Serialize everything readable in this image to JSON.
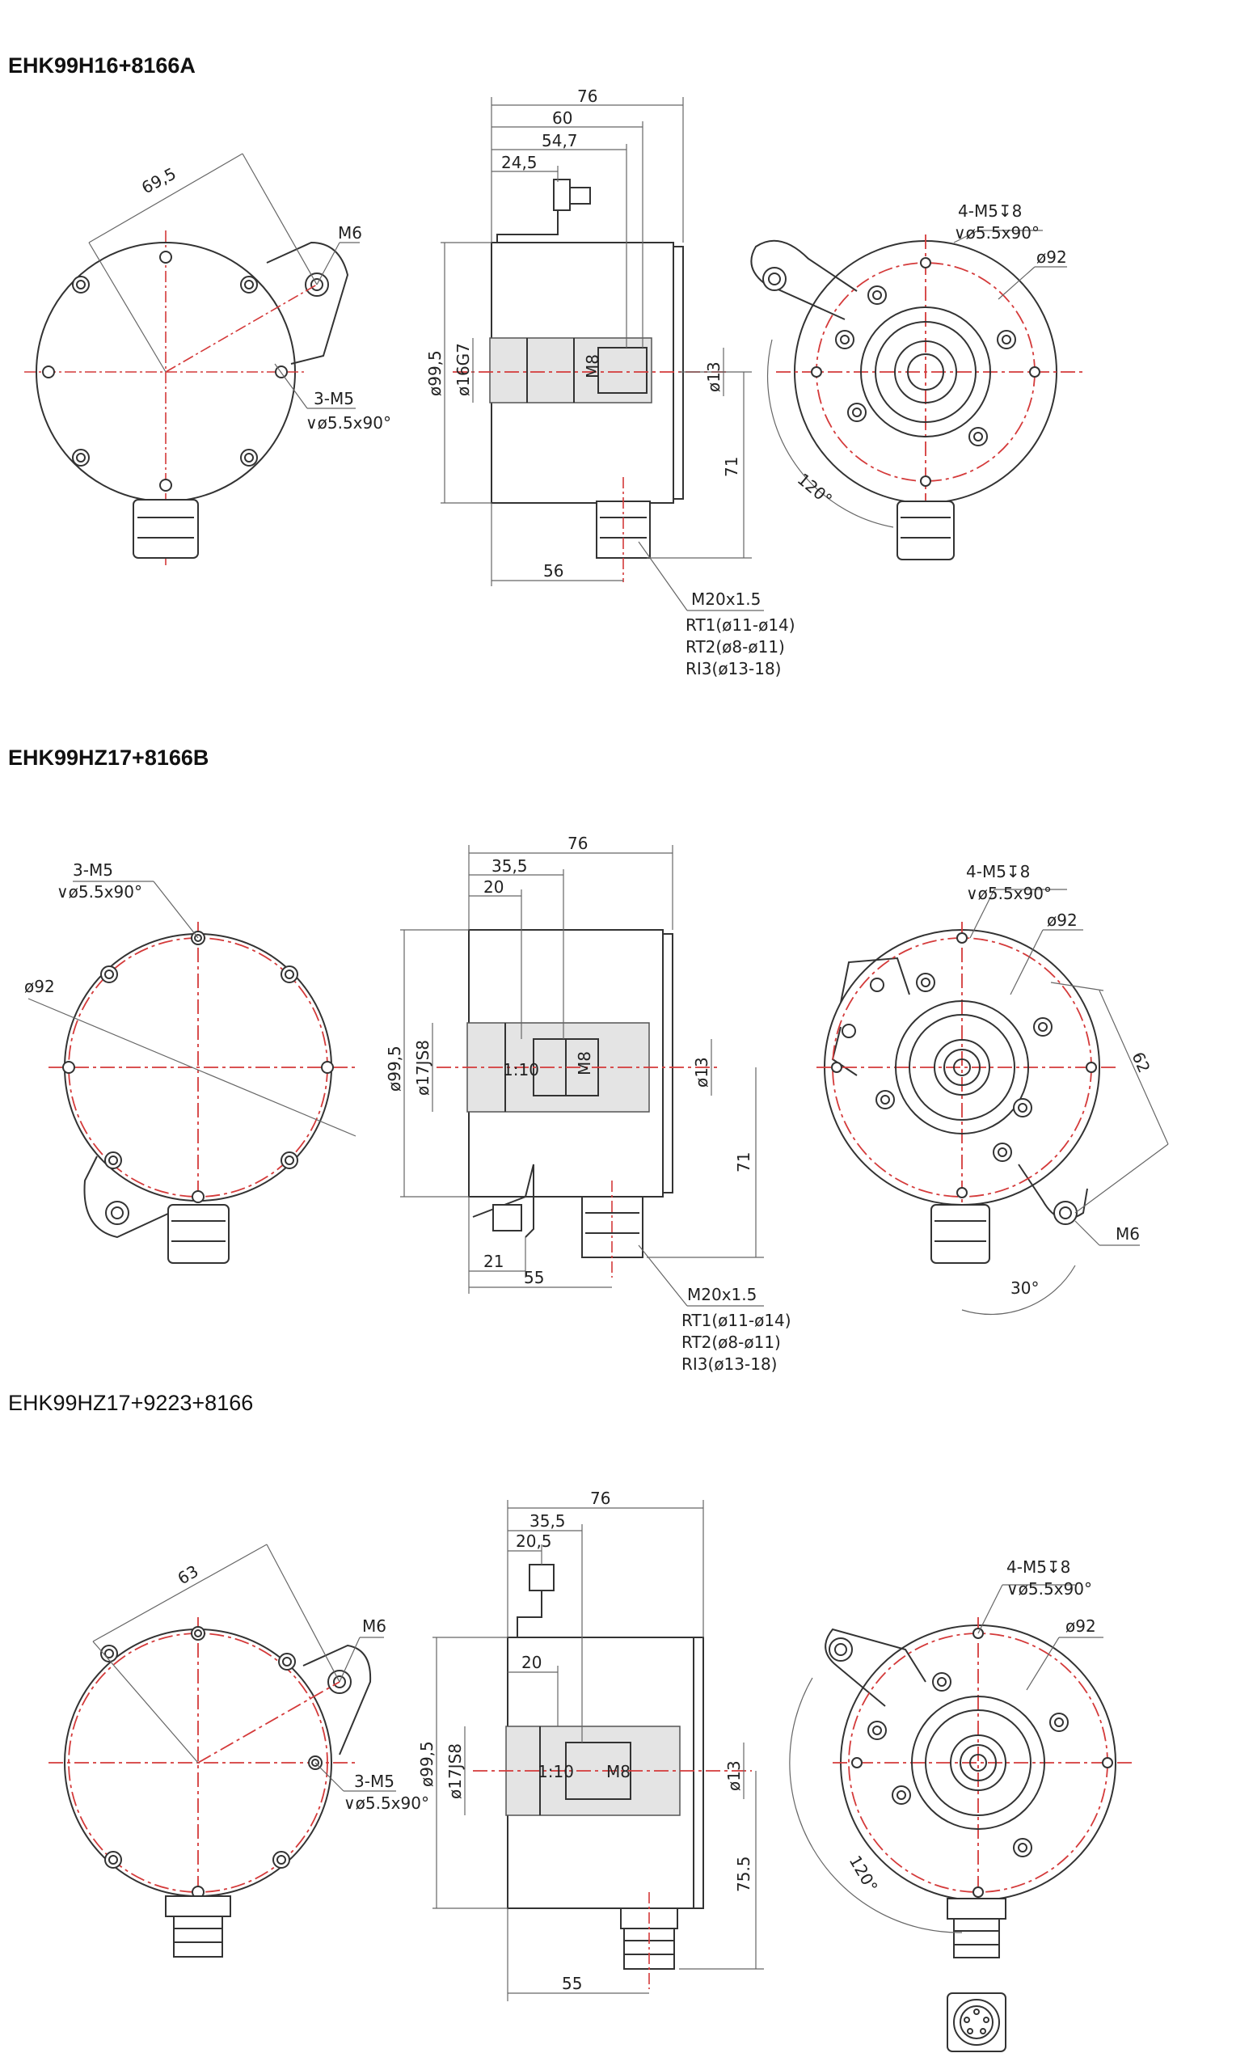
{
  "sections": [
    {
      "title": "EHK99H16+8166A",
      "dims": {
        "d76": "76",
        "d60": "60",
        "d547": "54,7",
        "d245": "24,5",
        "d695": "69,5",
        "m6": "M6",
        "hole3": "3-M5",
        "hole3b": "∨ø5.5x90°",
        "hole4": "4-M5↧8",
        "hole4b": "∨ø5.5x90°",
        "d92": "ø92",
        "d995": "ø99,5",
        "d16": "ø16G7",
        "m8": "M8",
        "d13": "ø13",
        "d71": "71",
        "d56": "56",
        "a120": "120°",
        "gland": [
          "M20x1.5",
          "RT1(ø11-ø14)",
          "RT2(ø8-ø11)",
          "RI3(ø13-18)"
        ]
      }
    },
    {
      "title": "EHK99HZ17+8166B",
      "dims": {
        "d76": "76",
        "d355": "35,5",
        "d20": "20",
        "hole3": "3-M5",
        "hole3b": "∨ø5.5x90°",
        "d92l": "ø92",
        "d995": "ø99,5",
        "d17": "ø17JS8",
        "taper": "1:10",
        "m8": "M8",
        "d13": "ø13",
        "d71": "71",
        "d21": "21",
        "d55": "55",
        "hole4": "4-M5↧8",
        "hole4b": "∨ø5.5x90°",
        "d92": "ø92",
        "d62": "62",
        "m6": "M6",
        "a30": "30°",
        "gland": [
          "M20x1.5",
          "RT1(ø11-ø14)",
          "RT2(ø8-ø11)",
          "RI3(ø13-18)"
        ]
      }
    },
    {
      "title": "EHK99HZ17+9223+8166",
      "dims": {
        "d63": "63",
        "m6": "M6",
        "hole3": "3-M5",
        "hole3b": "∨ø5.5x90°",
        "d76": "76",
        "d355": "35,5",
        "d205": "20,5",
        "d20": "20",
        "d995": "ø99,5",
        "d17": "ø17JS8",
        "taper": "1:10",
        "m8": "M8",
        "d13": "ø13",
        "d755": "75.5",
        "d55": "55",
        "hole4": "4-M5↧8",
        "hole4b": "∨ø5.5x90°",
        "d92": "ø92",
        "a120": "120°"
      }
    }
  ]
}
